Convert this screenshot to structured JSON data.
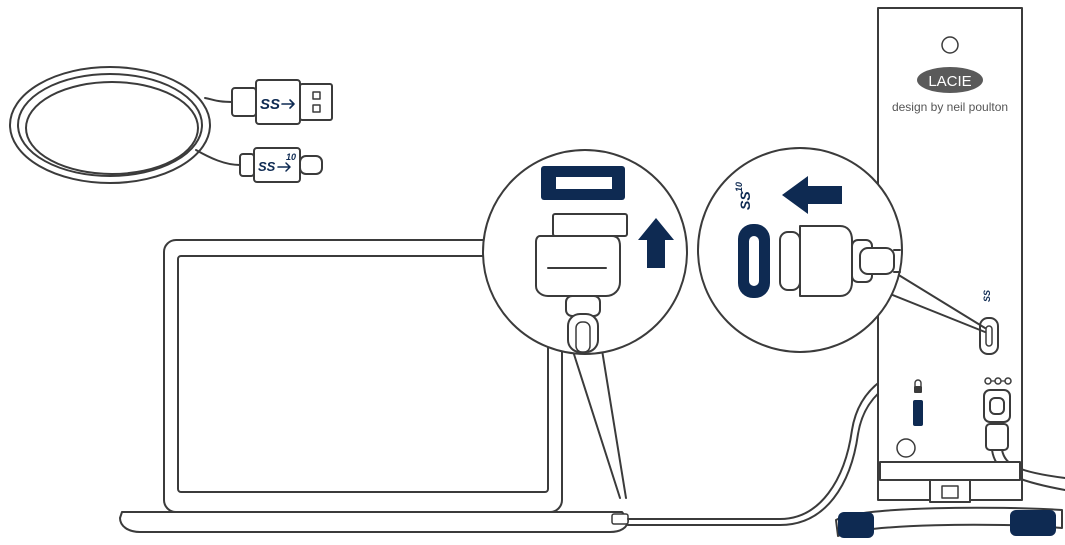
{
  "drive": {
    "brand_logo": "LACIE",
    "tagline": "design by neil poulton"
  },
  "cable_labels": {
    "usb_a": "SS",
    "usb_c": "SS",
    "usb_c_superscript": "10"
  },
  "callout_labels": {
    "port_text": "SS",
    "port_superscript": "10"
  },
  "icons": {
    "laptop": "laptop-icon",
    "drive": "external-drive-icon",
    "cable": "usb-cable-icon",
    "arrow_up": "arrow-up-icon",
    "arrow_left": "arrow-left-icon",
    "lock": "lock-icon",
    "power": "dc-power-icon"
  },
  "colors": {
    "accent": "#0e2a52",
    "line": "#3b3b3b",
    "logo_fill": "#5a5a5a"
  }
}
